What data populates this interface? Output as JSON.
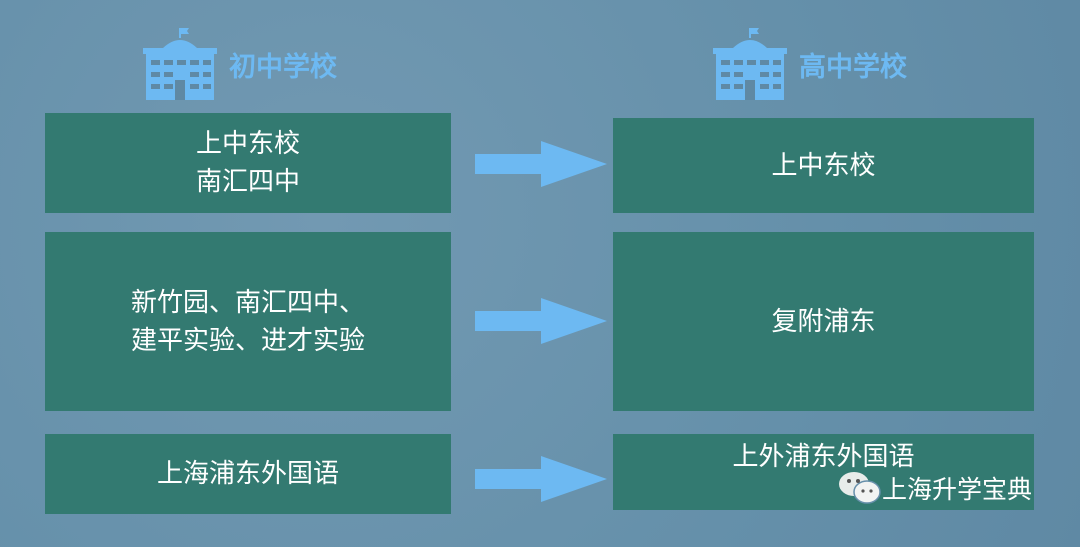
{
  "headers": {
    "left": "初中学校",
    "right": "高中学校"
  },
  "rows": [
    {
      "from": [
        "上中东校",
        "南汇四中"
      ],
      "to": "上中东校"
    },
    {
      "from": [
        "新竹园、南汇四中、",
        "建平实验、进才实验"
      ],
      "to": "复附浦东"
    },
    {
      "from": [
        "上海浦东外国语"
      ],
      "to": "上外浦东外国语"
    }
  ],
  "watermark": "上海升学宝典",
  "colors": {
    "background": "#6790ab",
    "box": "#337a71",
    "accent": "#6db9f2"
  }
}
